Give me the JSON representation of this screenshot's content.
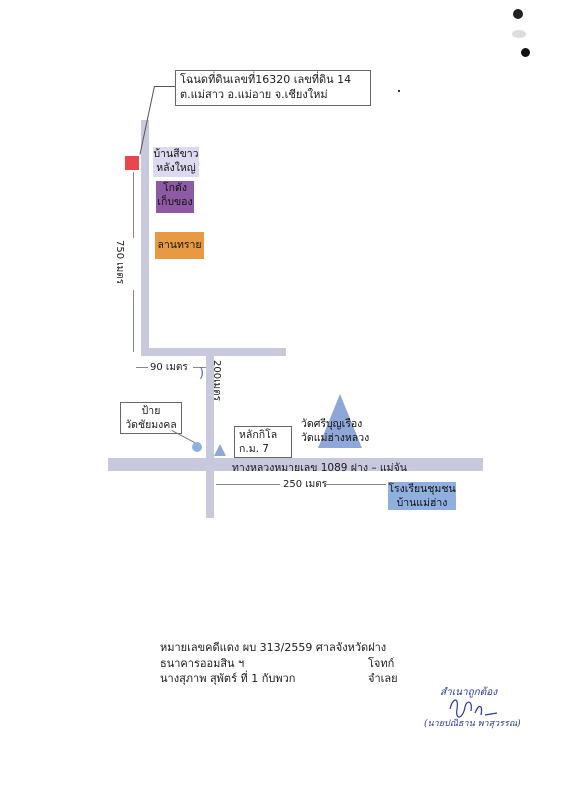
{
  "deed_box": {
    "line1": "โฉนดที่ดินเลขที่16320  เลขที่ดิน 14",
    "line2": "ต.แม่สาว   อ.แม่อาย   จ.เชียงใหม่"
  },
  "places": {
    "white_house": [
      "บ้านสีขาว",
      "หลังใหญ่"
    ],
    "warehouse": [
      "โกดัง",
      "เก็บของ"
    ],
    "sand_yard": "ลานทราย",
    "temple": [
      "วัดศรีบุญเรือง",
      "วัดแม่ฮ่างหลวง"
    ],
    "school": [
      "โรงเรียนชุมชน",
      "บ้านแม่ฮ่าง"
    ],
    "sign_box": [
      "ป้าย",
      "วัดชัยมงคล"
    ],
    "km_box": [
      "หลักกิโล",
      "ก.ม. 7"
    ]
  },
  "distances": {
    "d750": "750 เมตร",
    "d90": "90 เมตร",
    "d200": "200เมตร",
    "d250": "250 เมตร"
  },
  "main_road": "ทางหลวงหมายเลข 1089 ฝาง – แม่จัน",
  "footer": {
    "line1": "หมายเลขคดีแดง   ผบ 313/2559  ศาลจังหวัดฝาง",
    "line2_left": "ธนาคารออมสิน ฯ",
    "line2_right": "โจทก์",
    "line3_left": "นางสุภาพ  สุพัตร์ ที่ 1 กับพวก",
    "line3_right": "จำเลย"
  },
  "certification": {
    "stamp": "สำเนาถูกต้อง",
    "name": "(นายปณิธาน  พาสุวรรณ)"
  },
  "colors": {
    "road": "#c9c9de",
    "deed_marker": "#e8474e",
    "white_house_bg": "#dcd9f0",
    "warehouse_bg": "#8e5aa3",
    "sand_yard_bg": "#e89a42",
    "temple": "#8fa7d8",
    "school_bg": "#8fb0df",
    "sign_dot": "#8fb0df"
  }
}
